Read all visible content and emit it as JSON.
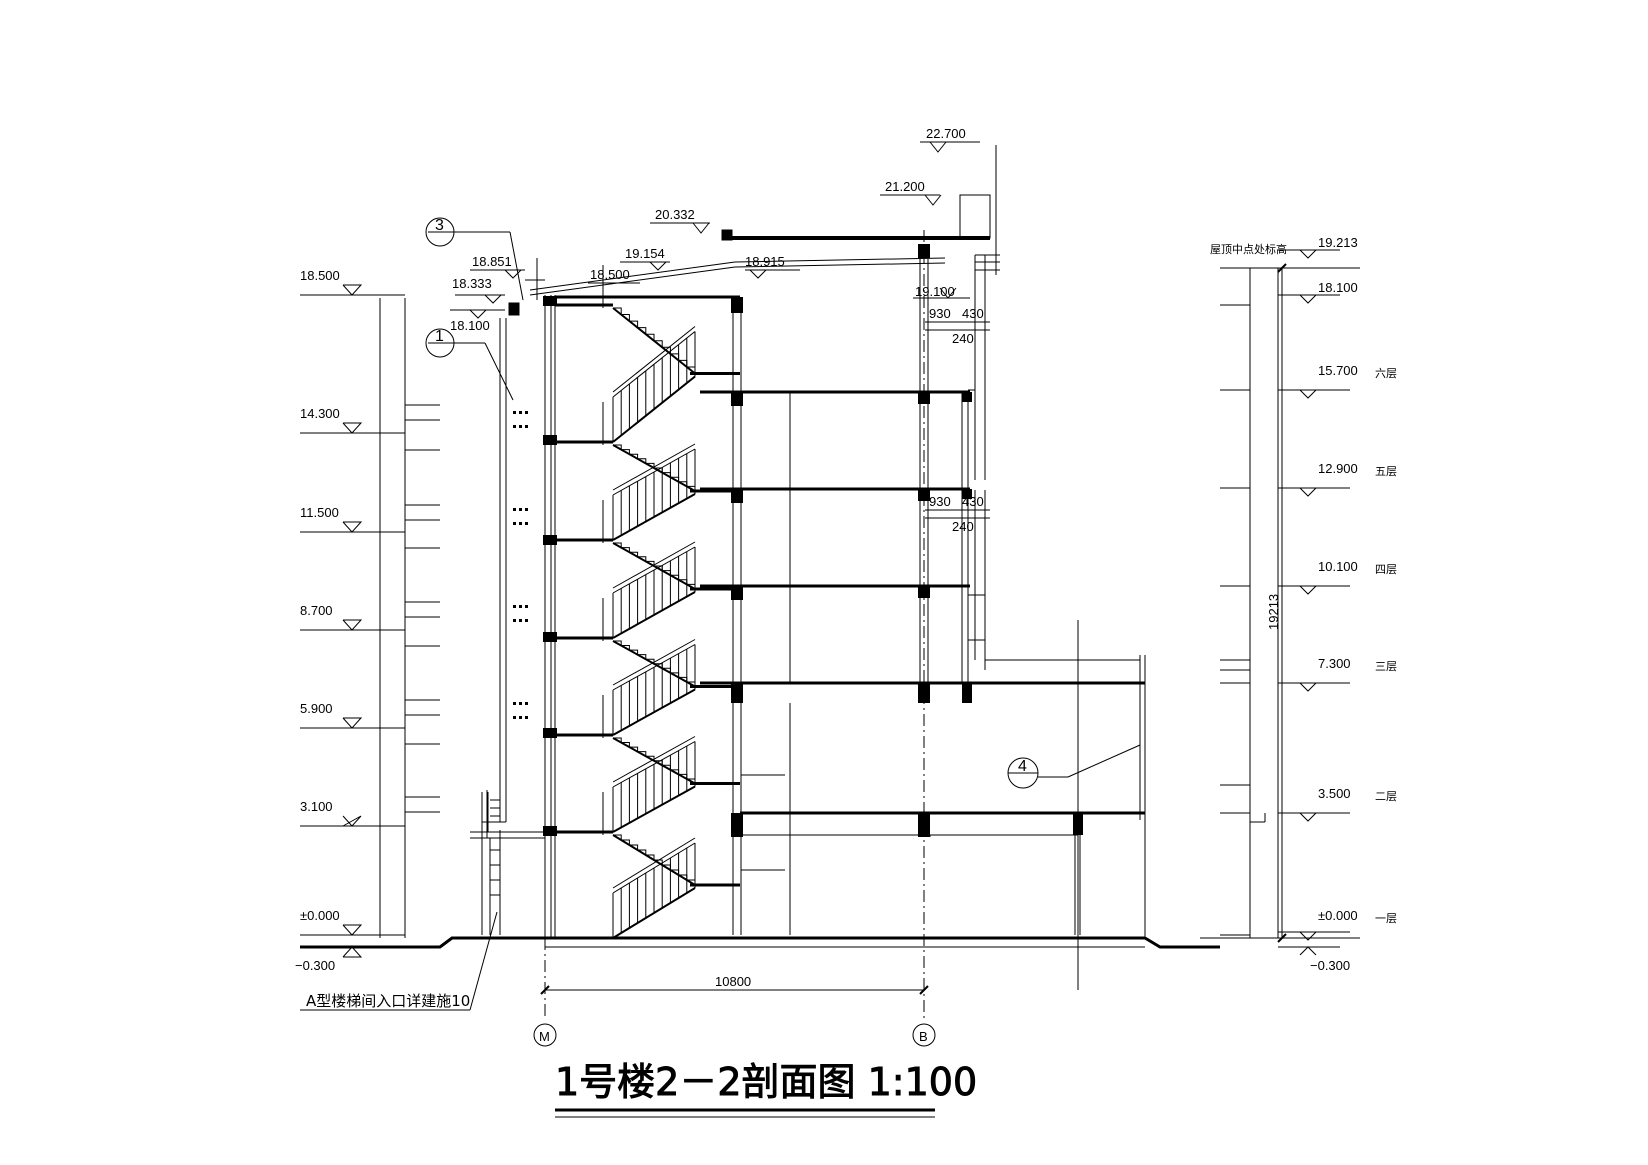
{
  "title": "1号楼2－2剖面图 1:100",
  "left_levels": [
    "18.500",
    "14.300",
    "11.500",
    "8.700",
    "5.900",
    "3.100",
    "±0.000",
    "−0.300"
  ],
  "top_levels": [
    "22.700",
    "21.200",
    "20.332",
    "19.154",
    "18.915",
    "18.851",
    "18.500",
    "18.333",
    "18.100",
    "19.100"
  ],
  "dims": {
    "a": "930",
    "b": "430",
    "c": "240",
    "span": "10800",
    "height": "19213"
  },
  "right_header": "屋顶中点处标高",
  "right_levels": [
    {
      "elev": "19.213",
      "floor": ""
    },
    {
      "elev": "18.100",
      "floor": ""
    },
    {
      "elev": "15.700",
      "floor": "六层"
    },
    {
      "elev": "12.900",
      "floor": "五层"
    },
    {
      "elev": "10.100",
      "floor": "四层"
    },
    {
      "elev": "7.300",
      "floor": "三层"
    },
    {
      "elev": "3.500",
      "floor": "二层"
    },
    {
      "elev": "±0.000",
      "floor": "一层"
    },
    {
      "elev": "−0.300",
      "floor": ""
    }
  ],
  "bubbles": {
    "b3": "3",
    "b1": "1",
    "b4": "4",
    "sub": "—",
    "axis_m": "M",
    "axis_b": "B"
  },
  "note": "A型楼梯间入口详建施10"
}
